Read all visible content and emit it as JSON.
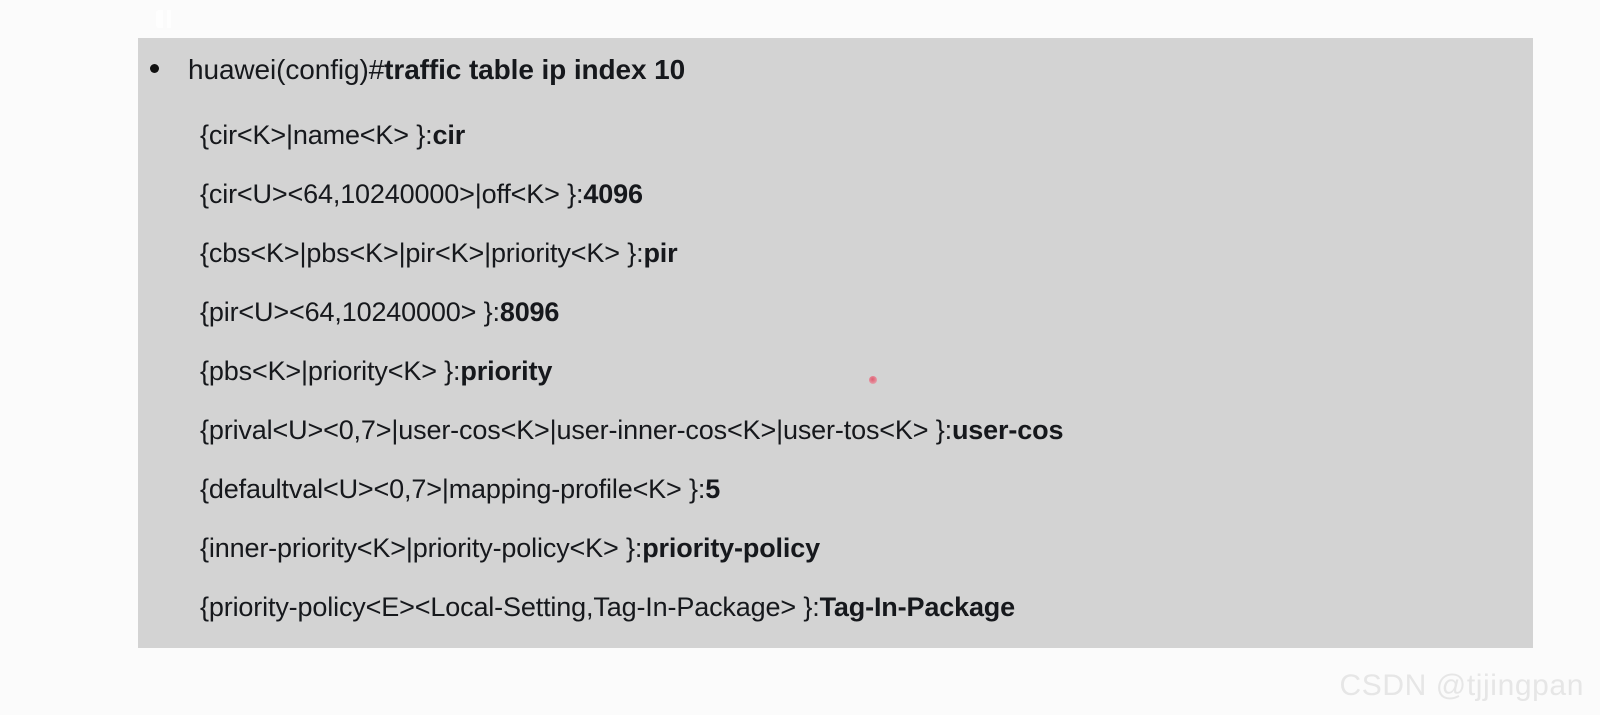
{
  "slide": {
    "panel_color": "#d3d3d3",
    "page_background": "#fbfbfb",
    "text_color": "#16181c",
    "command": {
      "prompt": "huawei(config)#",
      "command_text": "traffic table ip index 10"
    },
    "parameter_lines": [
      {
        "prompt": "{cir<K>|name<K> }:",
        "value": "cir"
      },
      {
        "prompt": "{cir<U><64,10240000>|off<K> }:",
        "value": "4096"
      },
      {
        "prompt": "{cbs<K>|pbs<K>|pir<K>|priority<K> }:",
        "value": "pir"
      },
      {
        "prompt": "{pir<U><64,10240000> }:",
        "value": "8096"
      },
      {
        "prompt": "{pbs<K>|priority<K> }:",
        "value": "priority"
      },
      {
        "prompt": "{prival<U><0,7>|user-cos<K>|user-inner-cos<K>|user-tos<K> }:",
        "value": "user-cos"
      },
      {
        "prompt": "{defaultval<U><0,7>|mapping-profile<K> }:",
        "value": "5"
      },
      {
        "prompt": "{inner-priority<K>|priority-policy<K> }:",
        "value": "priority-policy"
      },
      {
        "prompt": "{priority-policy<E><Local-Setting,Tag-In-Package> }:",
        "value": "Tag-In-Package"
      }
    ]
  },
  "watermark": {
    "text": "CSDN @tjjingpan",
    "color": "#e6e6e6"
  }
}
